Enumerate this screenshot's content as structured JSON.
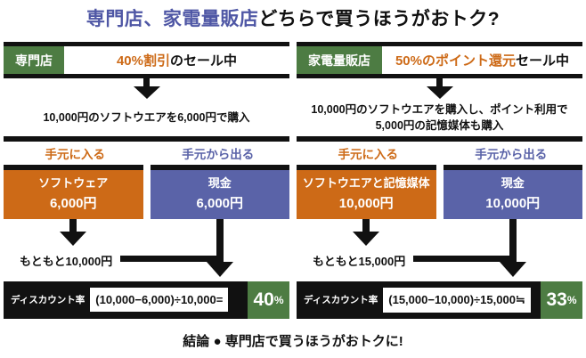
{
  "title": {
    "highlight": "専門店、家電量販店",
    "rest": "どちらで買うほうがおトク?"
  },
  "columns": [
    {
      "store": "専門店",
      "offer_highlight": "40%割引",
      "offer_rest": "のセール中",
      "purchase_line1": "10,000円のソフトウエアを6,000円で購入",
      "purchase_line2": "",
      "label_in": "手元に入る",
      "label_out": "手元から出る",
      "box_in_name": "ソフトウェア",
      "box_in_amount": "6,000円",
      "box_out_name": "現金",
      "box_out_amount": "6,000円",
      "original_value": "もともと10,000円",
      "discount_label": "ディスカウント率",
      "formula": "(10,000−6,000)÷10,000=",
      "result_value": "40",
      "result_unit": "%"
    },
    {
      "store": "家電量販店",
      "offer_highlight": "50%のポイント還元",
      "offer_rest": "セール中",
      "purchase_line1": "10,000円のソフトウエアを購入し、ポイント利用で",
      "purchase_line2": "5,000円の記憶媒体も購入",
      "label_in": "手元に入る",
      "label_out": "手元から出る",
      "box_in_name": "ソフトウエアと記憶媒体",
      "box_in_amount": "10,000円",
      "box_out_name": "現金",
      "box_out_amount": "10,000円",
      "original_value": "もともと15,000円",
      "discount_label": "ディスカウント率",
      "formula": "(15,000−10,000)÷15,000≒",
      "result_value": "33",
      "result_unit": "%"
    }
  ],
  "conclusion": "結論 ● 専門店で買うほうがおトクに!",
  "colors": {
    "title_accent": "#4f57a5",
    "store_badge_green": "#4d7c43",
    "highlight_orange": "#cd6a17",
    "gain_box_orange": "#cd6a17",
    "spend_box_blue": "#5a63a8",
    "bar_black": "#111111",
    "result_badge_green": "#4d7c43"
  }
}
